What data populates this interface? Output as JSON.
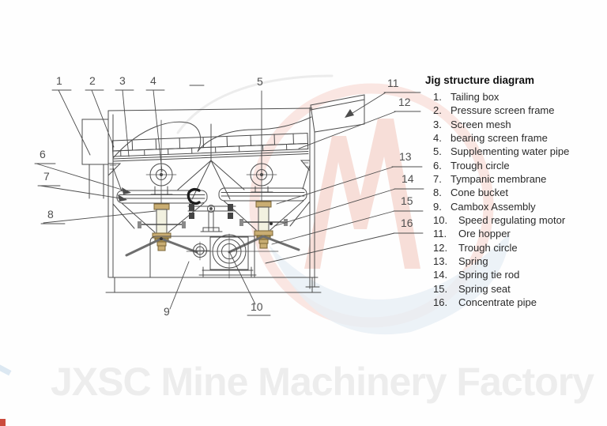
{
  "legend": {
    "title": "Jig structure diagram",
    "items": [
      {
        "num": "1.",
        "label": "Tailing box"
      },
      {
        "num": "2.",
        "label": "Pressure screen frame"
      },
      {
        "num": "3.",
        "label": "Screen mesh"
      },
      {
        "num": "4.",
        "label": "bearing screen frame"
      },
      {
        "num": "5.",
        "label": "Supplementing water pipe"
      },
      {
        "num": "6.",
        "label": "Trough circle"
      },
      {
        "num": "7.",
        "label": "Tympanic membrane"
      },
      {
        "num": "8.",
        "label": "Cone bucket"
      },
      {
        "num": "9.",
        "label": "Cambox Assembly"
      },
      {
        "num": "10.",
        "label": "Speed regulating motor"
      },
      {
        "num": "11.",
        "label": "Ore hopper"
      },
      {
        "num": "12.",
        "label": "Trough circle"
      },
      {
        "num": "13.",
        "label": "Spring"
      },
      {
        "num": "14.",
        "label": "Spring tie rod"
      },
      {
        "num": "15.",
        "label": "Spring seat"
      },
      {
        "num": "16.",
        "label": "Concentrate pipe"
      }
    ]
  },
  "callouts": {
    "c1": "1",
    "c2": "2",
    "c3": "3",
    "c4": "4",
    "c5": "5",
    "c6": "6",
    "c7": "7",
    "c8": "8",
    "c9": "9",
    "c10": "10",
    "c11": "11",
    "c12": "12",
    "c13": "13",
    "c14": "14",
    "c15": "15",
    "c16": "16"
  },
  "watermark": {
    "text": "JXSC Mine Machinery Factory"
  },
  "colors": {
    "line": "#4d4d4d",
    "flange_tan": "#c9ad72",
    "flange_dark_tan": "#a98f4f",
    "shaft_cream": "#f2f1e0",
    "logo_red": "#f6d8d1",
    "logo_blue": "#e7eff5",
    "logo_gray": "#ececec",
    "watermark_text_gray": "#ededed"
  }
}
